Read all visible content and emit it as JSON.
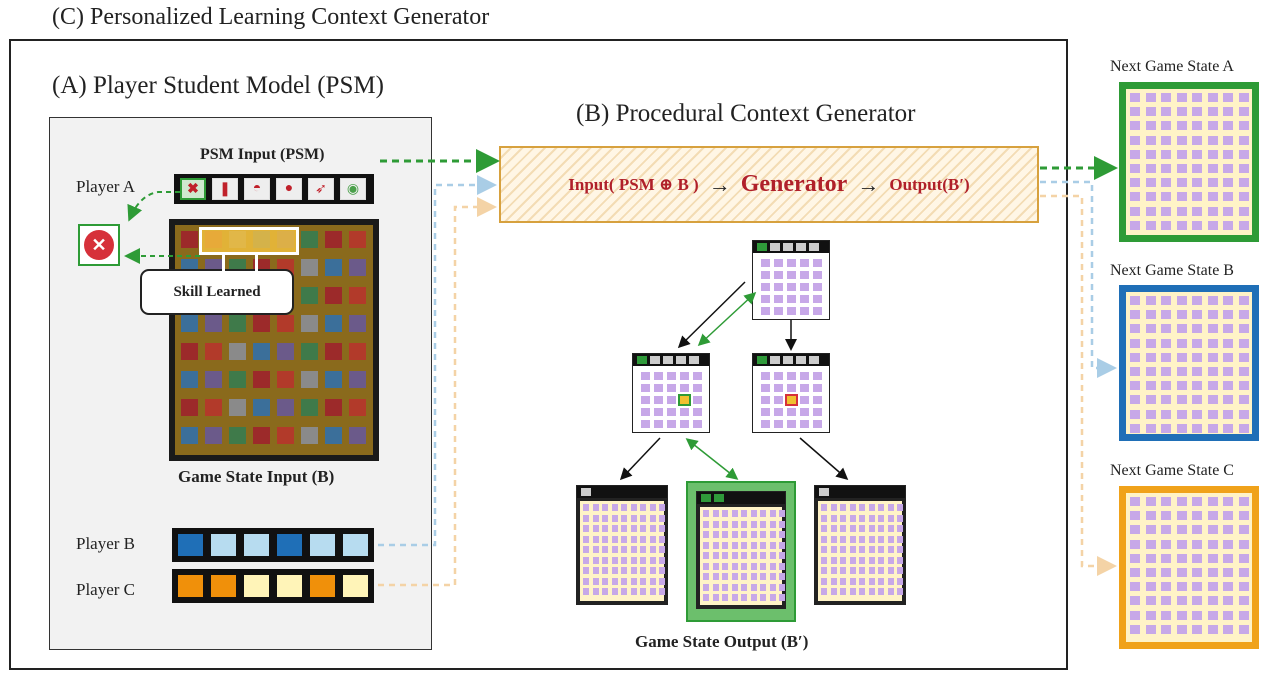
{
  "titles": {
    "c": "(C) Personalized Learning Context Generator",
    "a": "(A) Player Student Model (PSM)",
    "b": "(B) Procedural Context Generator"
  },
  "psm": {
    "input_label": "PSM Input (PSM)",
    "player_a": "Player A",
    "player_b": "Player B",
    "player_c": "Player C",
    "skill_learned": "Skill Learned",
    "game_state_input": "Game State Input (B)"
  },
  "generator": {
    "input": "Input( PSM ⊕ B )",
    "name": "Generator",
    "output": "Output(B′)",
    "arrow": "→"
  },
  "output_label": "Game State Output (B′)",
  "next_states": [
    {
      "label": "Next Game State A",
      "color": "#2e9b36"
    },
    {
      "label": "Next Game State B",
      "color": "#1f6fb7"
    },
    {
      "label": "Next Game State C",
      "color": "#f0a21a"
    }
  ],
  "colors": {
    "green_arrow": "#2e9b36",
    "blue_arrow": "#a9cde6",
    "orange_arrow": "#f4d3a6",
    "generator_text": "#b0202a",
    "player_b_dark": "#1f6fb7",
    "player_b_light": "#b7dcf0",
    "player_c_dark": "#f0900a",
    "player_c_light": "#fff4b8"
  },
  "icons": [
    "x-candy-icon",
    "striped-candy-icon",
    "wrapped-candy-icon",
    "apple-candy-icon",
    "rocket-candy-icon",
    "rainbow-candy-icon"
  ]
}
